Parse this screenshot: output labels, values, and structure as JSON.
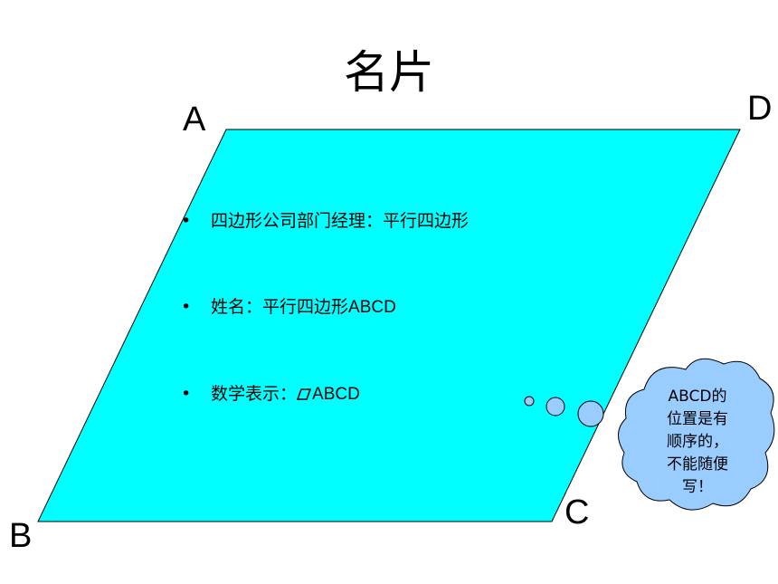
{
  "title": "名片",
  "vertices": {
    "a": "A",
    "b": "B",
    "c": "C",
    "d": "D"
  },
  "card": {
    "fill_color": "#00FFFF",
    "bullets": [
      {
        "text": "四边形公司部门经理：平行四边形",
        "latin": ""
      },
      {
        "text": "姓名：平行四边形",
        "latin": "ABCD"
      },
      {
        "text": "数学表示：",
        "latin": "ABCD"
      }
    ]
  },
  "callout": {
    "fill_color": "#99CCFF",
    "lines": [
      "ABCD的",
      "位置是有",
      "顺序的，",
      "不能随便",
      "写！"
    ]
  }
}
